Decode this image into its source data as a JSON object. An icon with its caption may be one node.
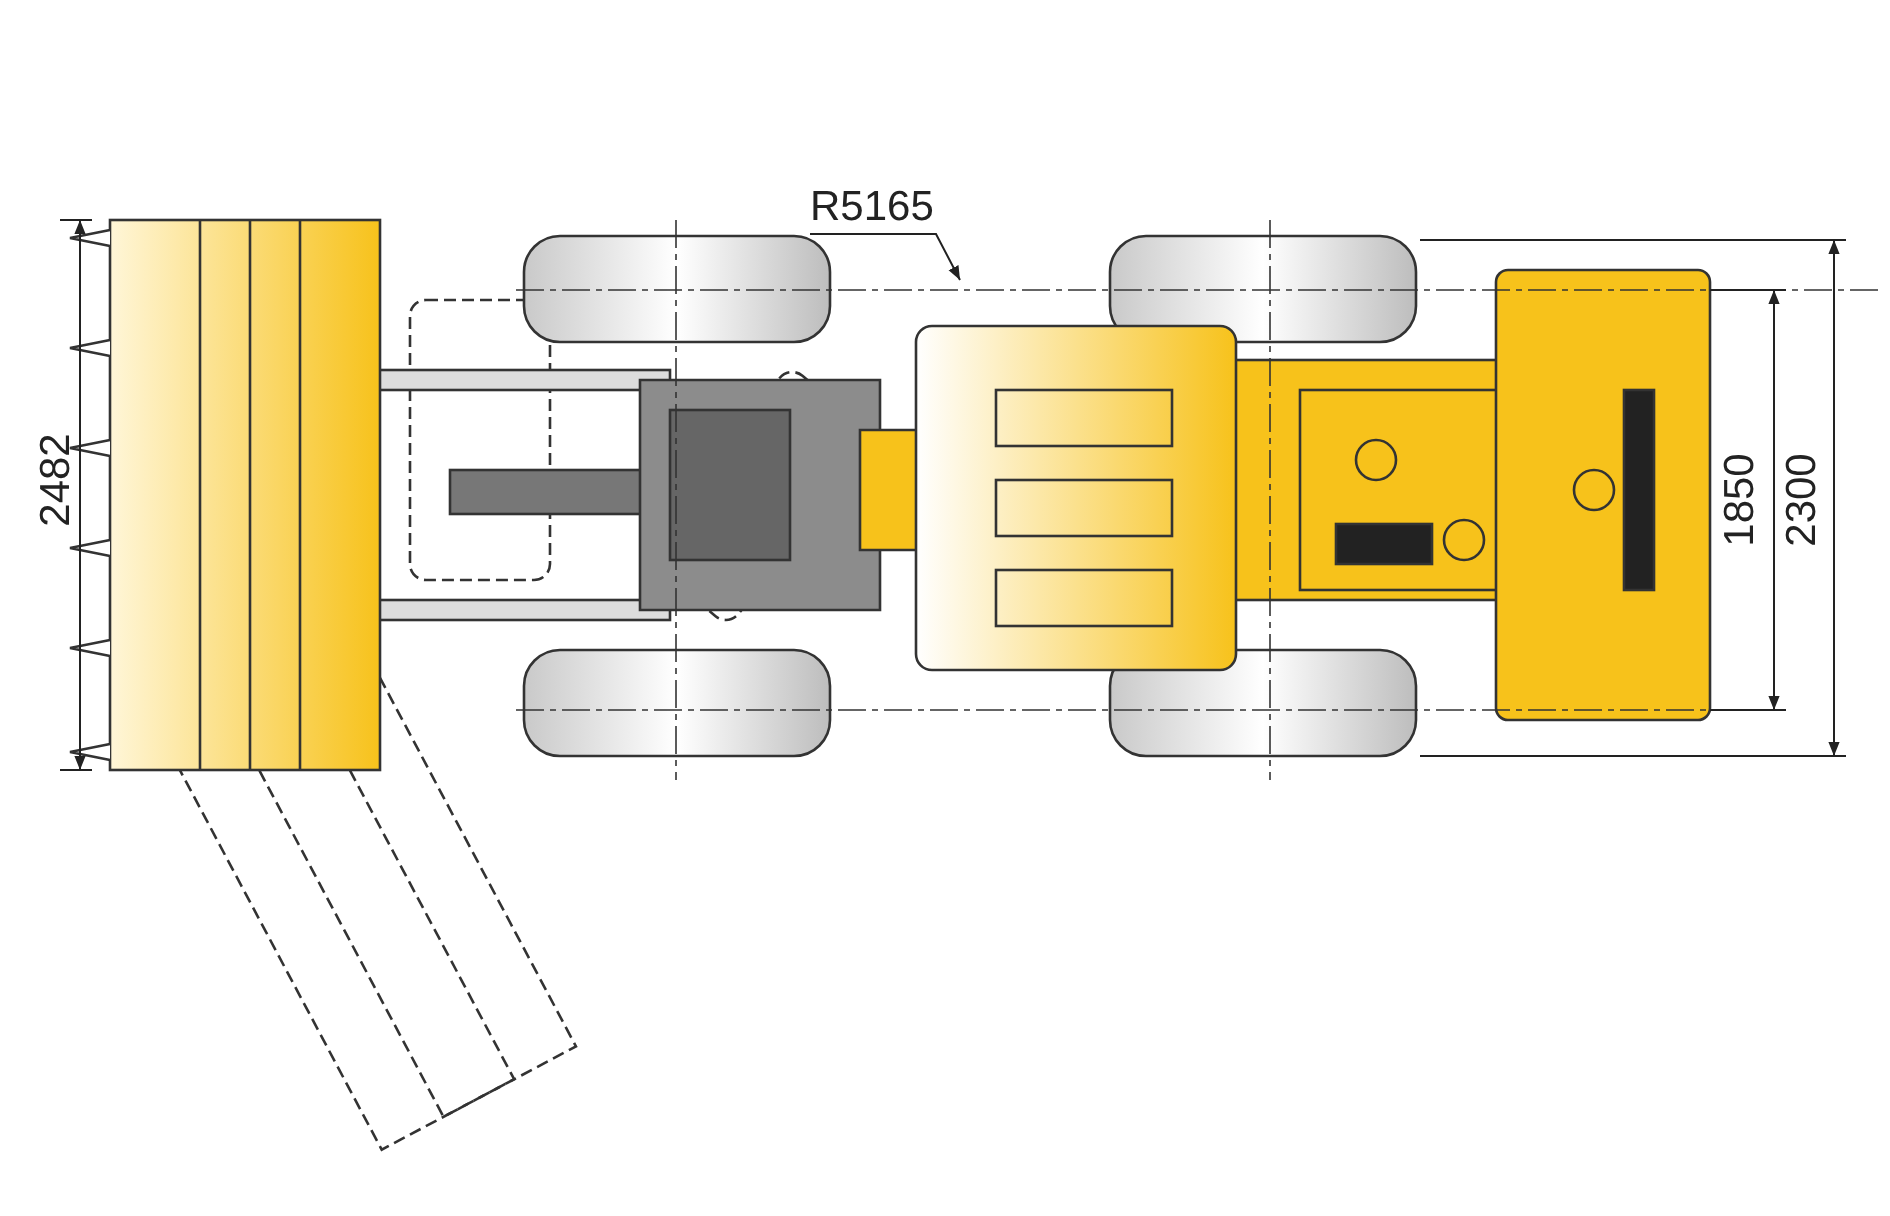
{
  "diagram": {
    "labels": [
      "R5165",
      "2482",
      "1850",
      "2300"
    ]
  }
}
